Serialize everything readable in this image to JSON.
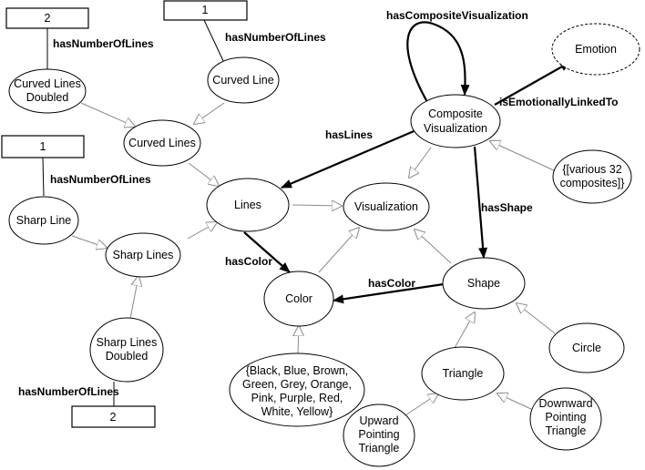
{
  "nodes": {
    "curved_lines_doubled": [
      "Curved Lines",
      "Doubled"
    ],
    "curved_line": [
      "Curved Line"
    ],
    "curved_lines": [
      "Curved Lines"
    ],
    "sharp_line": [
      "Sharp Line"
    ],
    "sharp_lines": [
      "Sharp Lines"
    ],
    "sharp_lines_doubled": [
      "Sharp Lines",
      "Doubled"
    ],
    "lines": [
      "Lines"
    ],
    "visualization": [
      "Visualization"
    ],
    "color": [
      "Color"
    ],
    "colors_list": [
      "{Black, Blue, Brown,",
      "Green, Grey, Orange,",
      "Pink, Purple, Red,",
      "White, Yellow}"
    ],
    "composite_visualization": [
      "Composite",
      "Visualization"
    ],
    "emotion": [
      "Emotion"
    ],
    "composites_list": [
      "{[various 32",
      "composites]}"
    ],
    "shape": [
      "Shape"
    ],
    "circle": [
      "Circle"
    ],
    "triangle": [
      "Triangle"
    ],
    "upward_triangle": [
      "Upward",
      "Pointing",
      "Triangle"
    ],
    "downward_triangle": [
      "Downward",
      "Pointing",
      "Triangle"
    ]
  },
  "boxes": {
    "box_curved_doubled": "2",
    "box_curved_line": "1",
    "box_sharp_line": "1",
    "box_sharp_doubled": "2"
  },
  "edge_labels": {
    "has_composite_visualization": "hasCompositeVisualization",
    "is_emotionally_linked_to": "isEmotionallyLinkedTo",
    "has_lines": "hasLines",
    "has_shape": "hasShape",
    "has_color_lines": "hasColor",
    "has_color_shape": "hasColor",
    "has_number_of_lines_curved_doubled": "hasNumberOfLines",
    "has_number_of_lines_curved_line": "hasNumberOfLines",
    "has_number_of_lines_sharp_line": "hasNumberOfLines",
    "has_number_of_lines_sharp_doubled": "hasNumberOfLines"
  }
}
